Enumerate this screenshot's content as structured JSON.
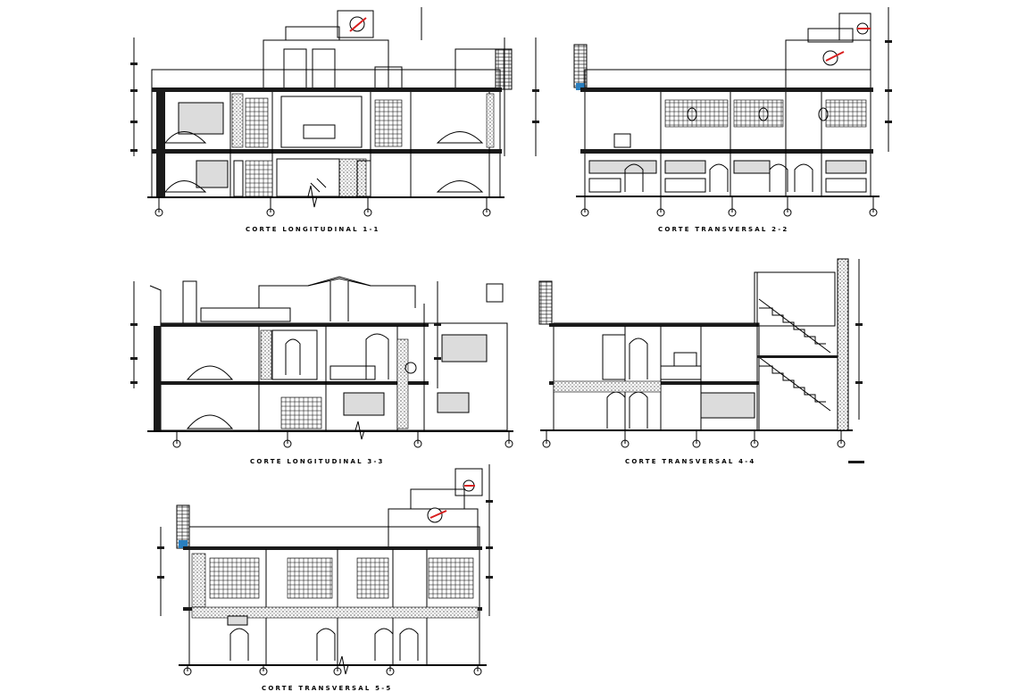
{
  "drawing": {
    "sections": [
      {
        "id": "long-1",
        "caption": "CORTE LONGITUDINAL 1-1"
      },
      {
        "id": "trans-2",
        "caption": "CORTE TRANSVERSAL 2-2"
      },
      {
        "id": "long-3",
        "caption": "CORTE LONGITUDINAL 3-3"
      },
      {
        "id": "trans-4",
        "caption": "CORTE TRANSVERSAL 4-4"
      },
      {
        "id": "trans-5",
        "caption": "CORTE TRANSVERSAL 5-5"
      }
    ],
    "colors": {
      "ink": "#000000",
      "paper": "#ffffff",
      "accent_red": "#d81e1e",
      "accent_blue": "#2a7fbf"
    }
  }
}
